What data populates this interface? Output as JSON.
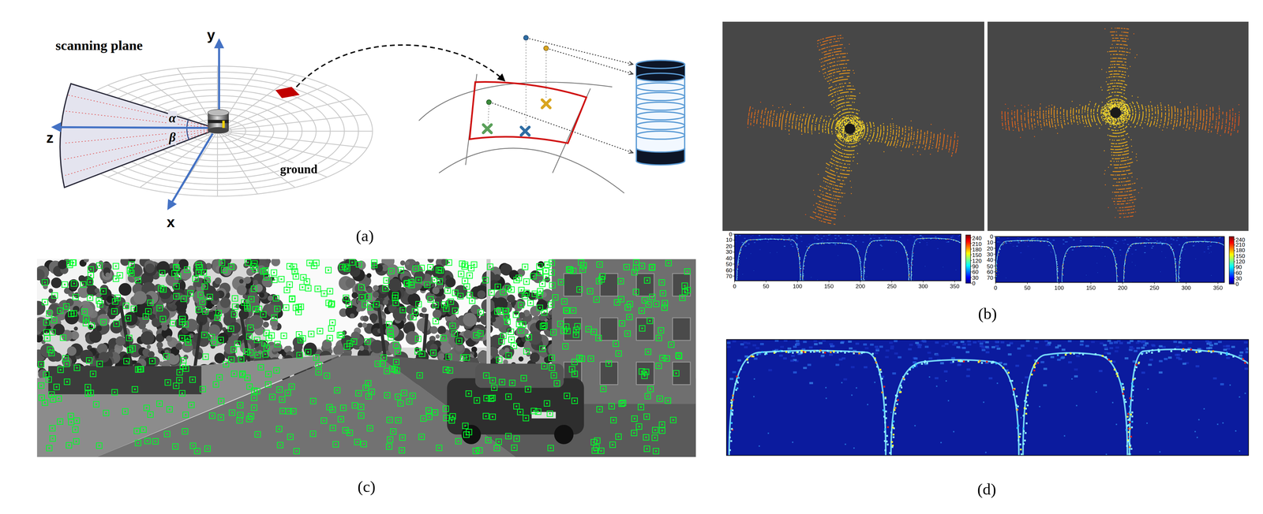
{
  "diagram": {
    "labels": [
      "scanning plane",
      "y",
      "z",
      "α",
      "β",
      "ground",
      "x",
      "(a)",
      "0",
      "10",
      "20",
      "30",
      "40",
      "50",
      "60",
      "70",
      "0",
      "50",
      "100",
      "150",
      "200",
      "250",
      "300",
      "350",
      "240",
      "210",
      "180",
      "150",
      "120",
      "90",
      "60",
      "30",
      "0",
      "0",
      "10",
      "20",
      "30",
      "40",
      "50",
      "60",
      "70",
      "0",
      "50",
      "100",
      "150",
      "200",
      "250",
      "300",
      "350",
      "240",
      "210",
      "180",
      "150",
      "120",
      "90",
      "60",
      "30",
      "0",
      "(b)",
      "(c)",
      "(d)"
    ]
  }
}
